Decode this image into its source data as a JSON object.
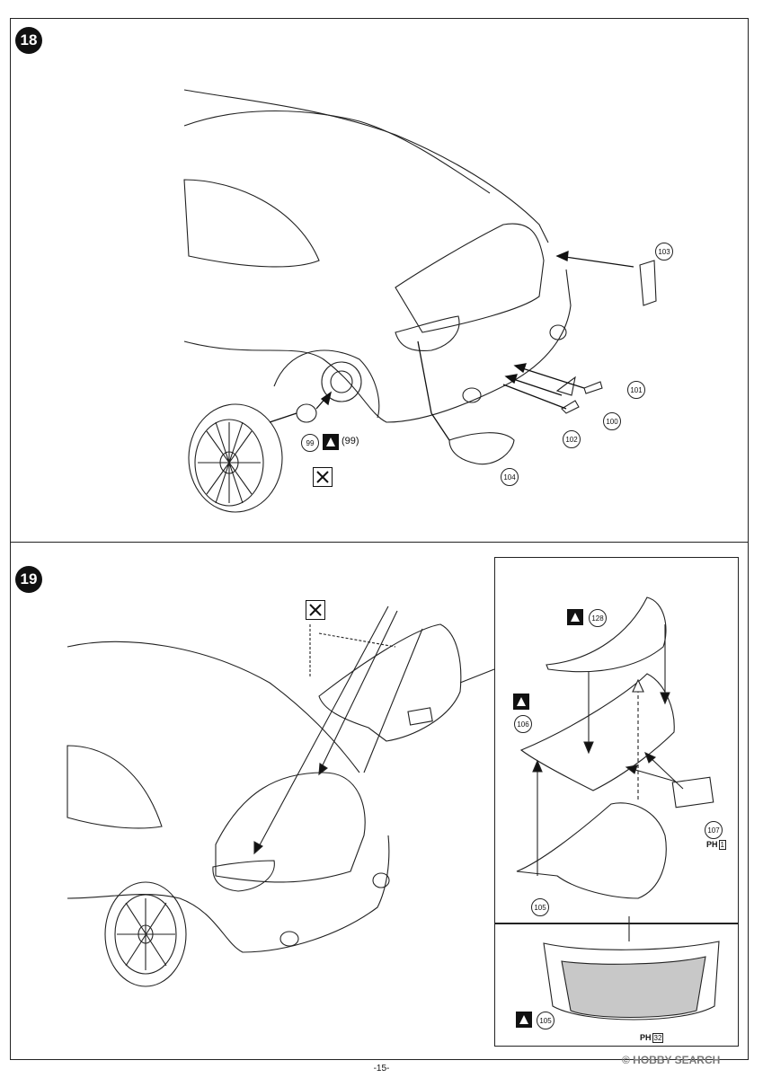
{
  "steps": {
    "step18": "18",
    "step19": "19"
  },
  "parts18": {
    "p103": "103",
    "p101": "101",
    "p100": "100",
    "p102": "102",
    "p104": "104",
    "p99": "99",
    "p99paren": "(99)"
  },
  "parts19": {
    "p128": "128",
    "p106": "106",
    "p107": "107",
    "p105": "105",
    "p105b": "105",
    "ph1_prefix": "PH",
    "ph1_num": "1",
    "ph32_prefix": "PH",
    "ph32_num": "32"
  },
  "footer": {
    "page": "-15-",
    "watermark": "© HOBBY SEARCH"
  },
  "icons": {
    "glue": "cement-symbol-icon",
    "nocement": "no-cement-icon"
  }
}
